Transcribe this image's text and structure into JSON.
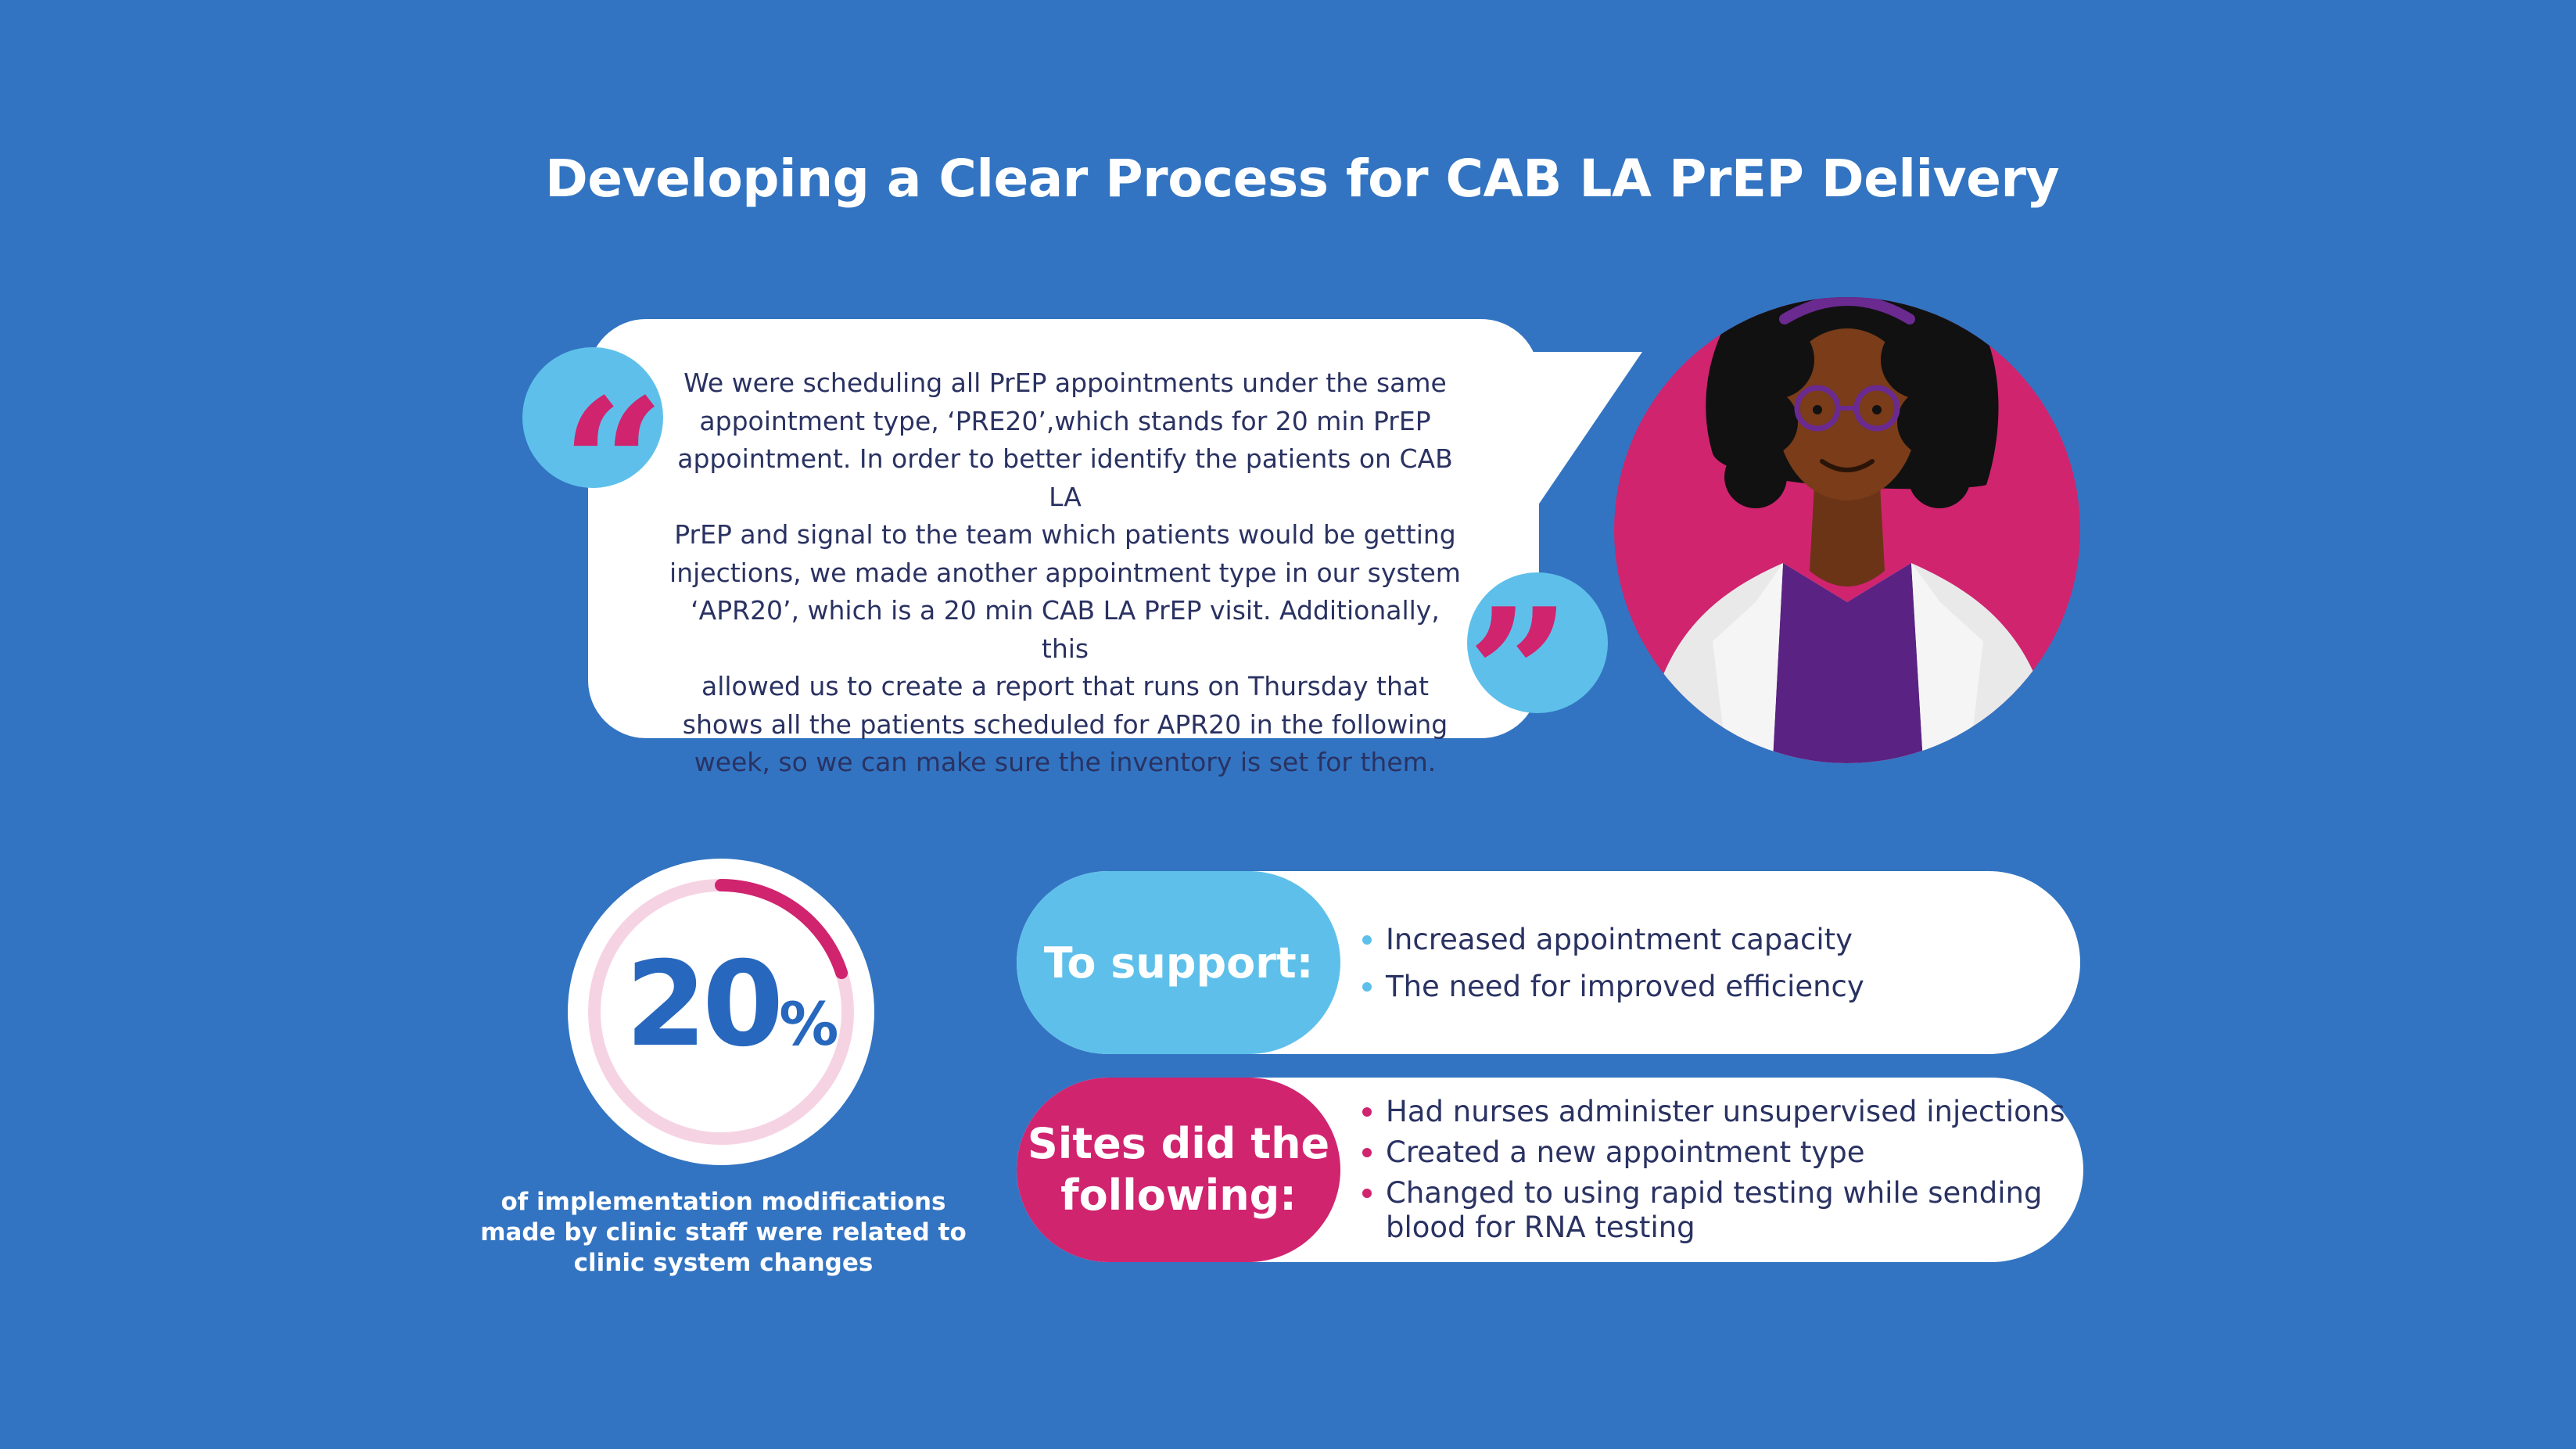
{
  "title": "Developing a Clear Process for CAB LA PrEP Delivery",
  "quote": {
    "lines": [
      "We were scheduling all PrEP appointments under the same",
      "appointment type, ‘PRE20’,which stands for 20 min PrEP",
      "appointment. In order to better identify the patients on CAB LA",
      "PrEP and signal to the team which patients would be getting",
      "injections, we made another appointment type in our system",
      "‘APR20’, which is a 20 min CAB LA PrEP visit. Additionally, this",
      "allowed us to create a report that runs on Thursday that",
      "shows all the patients scheduled for APR20 in the following",
      "week, so we can make sure the inventory is set for them."
    ]
  },
  "stat": {
    "number": "20",
    "unit": "%",
    "value_percent": 20,
    "caption": [
      "of implementation modifications",
      "made by clinic staff were related to",
      "clinic system changes"
    ]
  },
  "support": {
    "label": "To support:",
    "items": [
      "Increased appointment capacity",
      "The need for improved efficiency"
    ]
  },
  "sites": {
    "label_lines": [
      "Sites did the",
      "following:"
    ],
    "items": [
      "Had nurses administer unsupervised injections",
      "Created a new appointment type",
      "Changed to using rapid testing while sending",
      "blood for RNA testing"
    ]
  },
  "colors": {
    "background": "#3274c2",
    "accent_blue": "#5ec0ea",
    "accent_pink": "#d0246f",
    "text_dark": "#2a3262"
  },
  "icons": {
    "open_quote": "open-quote-icon",
    "close_quote": "close-quote-icon",
    "avatar": "doctor-avatar-illustration"
  }
}
